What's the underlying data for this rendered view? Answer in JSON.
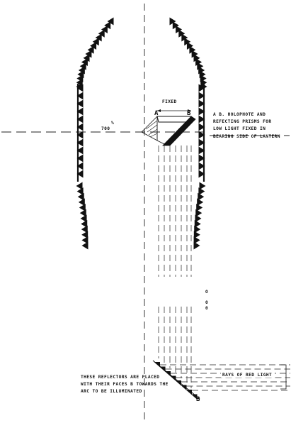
{
  "figure": {
    "labels": {
      "fixed": "FIXED",
      "point_a": "A",
      "point_b": "B",
      "point_b_lower": "B",
      "dimension_value": "700",
      "dimension_unit": "%",
      "note_lines": [
        "A B. HOLOPHOTE AND",
        "REFECTING PRISMS FOR",
        "LOW LIGHT FIXED IN",
        "BEARING SIDE OF LANTERN"
      ],
      "reflector_lines": [
        "THESE REFLECTORS ARE PLACED",
        "WITH THEIR FACES B TOWARDS THE",
        "ARC TO BE ILLUMINATED"
      ],
      "rays_label": "RAYS OF RED LIGHT",
      "small_o": "O",
      "small_marks": [
        "0",
        "0"
      ]
    }
  }
}
